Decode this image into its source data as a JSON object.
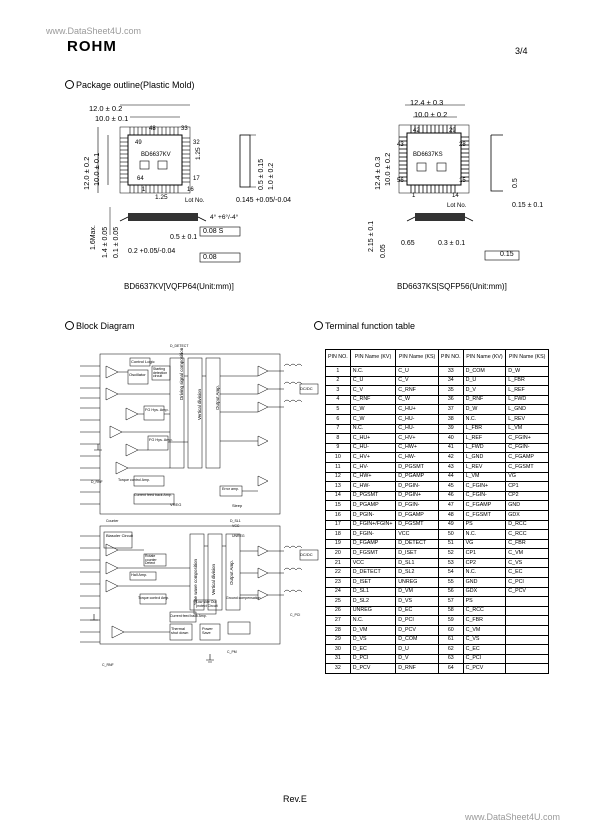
{
  "watermark_top": "www.DataSheet4U.com",
  "watermark_bottom": "www.DataSheet4U.com",
  "logo": "ROHM",
  "page_number": "3/4",
  "footer": "Rev.E",
  "package_section": {
    "title": "Package outline(Plastic Mold)",
    "left": {
      "caption": "BD6637KV[VQFP64(Unit:mm)]",
      "chip_label": "BD6637KV",
      "dim_w1": "12.0 ± 0.2",
      "dim_w2": "10.0 ± 0.1",
      "dim_h1": "12.0 ± 0.2",
      "dim_h2": "10.0 ± 0.1",
      "pin_tl": "48",
      "pin_tr": "33",
      "pin_rt": "32",
      "pin_lt": "49",
      "pin_lb": "64",
      "pin_rb": "17",
      "pin_b1": "1",
      "pin_b16": "16",
      "pitch": "1.25",
      "pitch2": "1.25",
      "lot": "Lot No.",
      "side1": "0.5 ± 0.15",
      "side2": "1.0 ± 0.2",
      "lead": "0.145 +0.05/-0.04",
      "h_max": "1.6Max.",
      "h1": "1.4 ± 0.05",
      "h2": "0.1 ± 0.05",
      "pitch_b": "0.5 ± 0.1",
      "lead_w": "0.2 +0.05/-0.04",
      "tol1": "0.08",
      "tol1s": "S",
      "tol2": "0.08",
      "angle": "4° +6°/-4°"
    },
    "right": {
      "caption": "BD6637KS[SQFP56(Unit:mm)]",
      "chip_label": "BD6637KS",
      "dim_w1": "12.4 ± 0.3",
      "dim_w2": "10.0 ± 0.2",
      "dim_h1": "12.4 ± 0.3",
      "dim_h2": "10.0 ± 0.2",
      "pin_tl": "42",
      "pin_tr": "29",
      "pin_rt": "28",
      "pin_lt": "43",
      "pin_lb": "56",
      "pin_rb": "15",
      "pin_b1": "1",
      "pin_b14": "14",
      "lot": "Lot No.",
      "side": "0.5",
      "lead": "0.15 ± 0.1",
      "h1": "2.15 ± 0.1",
      "h2": "0.05",
      "pitch_a": "0.65",
      "pitch_b": "0.3 ± 0.1",
      "tol": "0.15"
    }
  },
  "block_section": {
    "title": "Block Diagram",
    "labels": {
      "oscillator": "Oscillator",
      "control_logic": "Control Logic",
      "starting": "Starting detection circuit",
      "driving_comp": "Driving signal composition",
      "vertical_div": "Vertical division",
      "output_amp": "Output Amp.",
      "fg_hys": "FG Hys. Amp.",
      "fg_hys2": "FG Hys. Amp.",
      "torque1": "Torque control Amp.",
      "current_fb": "Current feed back Amp.",
      "error_amp": "Error amp.",
      "vreg": "VREG",
      "sleep": "Sleep",
      "counter": "Counter",
      "biasoler": "Biasoler Circuit",
      "rotate": "Rotate counter Detect",
      "hall_amp": "Hall Amp.",
      "sine_comp": "Sine wave composition",
      "vertical_div2": "Vertical division",
      "output_amp2": "Output Amp.",
      "torque2": "Torque control Amp.",
      "current_fb2": "Current feed back Amp.",
      "low_side": "Low side Out protect Circuit",
      "thermal": "Thermal shut down",
      "power_save": "Power Save",
      "ground_comp": "Ground compensation",
      "pin_d_detect": "D_DETECT",
      "pin_d_sl1": "D_SL1",
      "pin_vcc": "VCC",
      "pin_c_pm": "C_PM",
      "pin_unreg": "UNREG",
      "pin_c_pci": "C_PCI",
      "pin_dcdc1": "DC/DC",
      "pin_dcdc2": "DC/DC",
      "pin_c_rnf": "C_RNF",
      "pin_d_rnf": "D_RNF"
    }
  },
  "terminal_section": {
    "title": "Terminal function table",
    "headers": [
      "PIN NO.",
      "PIN Name (KV)",
      "PIN Name (KS)",
      "PIN NO.",
      "PIN Name (KV)",
      "PIN Name (KS)"
    ],
    "rows": [
      [
        "1",
        "N.C.",
        "C_U",
        "33",
        "D_COM",
        "D_W"
      ],
      [
        "2",
        "C_U",
        "C_V",
        "34",
        "D_U",
        "L_FBR"
      ],
      [
        "3",
        "C_V",
        "C_RNF",
        "35",
        "D_V",
        "L_REF"
      ],
      [
        "4",
        "C_RNF",
        "C_W",
        "36",
        "D_RNF",
        "L_FWD"
      ],
      [
        "5",
        "C_W",
        "C_HU+",
        "37",
        "D_W",
        "L_GND"
      ],
      [
        "6",
        "C_W",
        "C_HU-",
        "38",
        "N.C.",
        "L_REV"
      ],
      [
        "7",
        "N.C.",
        "C_HU-",
        "39",
        "L_FBR",
        "L_VM"
      ],
      [
        "8",
        "C_HU+",
        "C_HV+",
        "40",
        "L_REF",
        "C_FGIN+"
      ],
      [
        "9",
        "C_HU-",
        "C_HW+",
        "41",
        "L_FWD",
        "C_FGIN-"
      ],
      [
        "10",
        "C_HV+",
        "C_HW-",
        "42",
        "L_GND",
        "C_FGAMP"
      ],
      [
        "11",
        "C_HV-",
        "D_PGSMT",
        "43",
        "L_REV",
        "C_FGSMT"
      ],
      [
        "12",
        "C_HW+",
        "D_PGAMP",
        "44",
        "L_VM",
        "VG"
      ],
      [
        "13",
        "C_HW-",
        "D_PGIN-",
        "45",
        "C_FGIN+",
        "CP1"
      ],
      [
        "14",
        "D_PGSMT",
        "D_PGIN+",
        "46",
        "C_FGIN-",
        "CP2"
      ],
      [
        "15",
        "D_PGAMP",
        "D_FGIN-",
        "47",
        "C_FGAMP",
        "GND"
      ],
      [
        "16",
        "D_PGIN-",
        "D_FGAMP",
        "48",
        "C_FGSMT",
        "GDX"
      ],
      [
        "17",
        "D_FGIN+/FGIN+",
        "D_FGSMT",
        "49",
        "PS",
        "D_RCC"
      ],
      [
        "18",
        "D_FGIN-",
        "VCC",
        "50",
        "N.C.",
        "C_RCC"
      ],
      [
        "19",
        "D_FGAMP",
        "D_DETECT",
        "51",
        "VG",
        "C_FBR"
      ],
      [
        "20",
        "D_FGSMT",
        "D_ISET",
        "52",
        "CP1",
        "C_VM"
      ],
      [
        "21",
        "VCC",
        "D_SL1",
        "53",
        "CP2",
        "C_VS"
      ],
      [
        "22",
        "D_DETECT",
        "D_SL2",
        "54",
        "N.C.",
        "C_EC"
      ],
      [
        "23",
        "D_ISET",
        "UNREG",
        "55",
        "GND",
        "C_PCI"
      ],
      [
        "24",
        "D_SL1",
        "D_VM",
        "56",
        "GDX",
        "C_PCV"
      ],
      [
        "25",
        "D_SL2",
        "D_VS",
        "57",
        "PS",
        ""
      ],
      [
        "26",
        "UNREG",
        "D_EC",
        "58",
        "C_RCC",
        ""
      ],
      [
        "27",
        "N.C.",
        "D_PCI",
        "59",
        "C_FBR",
        ""
      ],
      [
        "28",
        "D_VM",
        "D_PCV",
        "60",
        "C_VM",
        ""
      ],
      [
        "29",
        "D_VS",
        "D_COM",
        "61",
        "C_VS",
        ""
      ],
      [
        "30",
        "D_EC",
        "D_U",
        "62",
        "C_EC",
        ""
      ],
      [
        "31",
        "D_PCI",
        "D_V",
        "63",
        "C_PCI",
        ""
      ],
      [
        "32",
        "D_PCV",
        "D_RNF",
        "64",
        "C_PCV",
        ""
      ]
    ]
  }
}
